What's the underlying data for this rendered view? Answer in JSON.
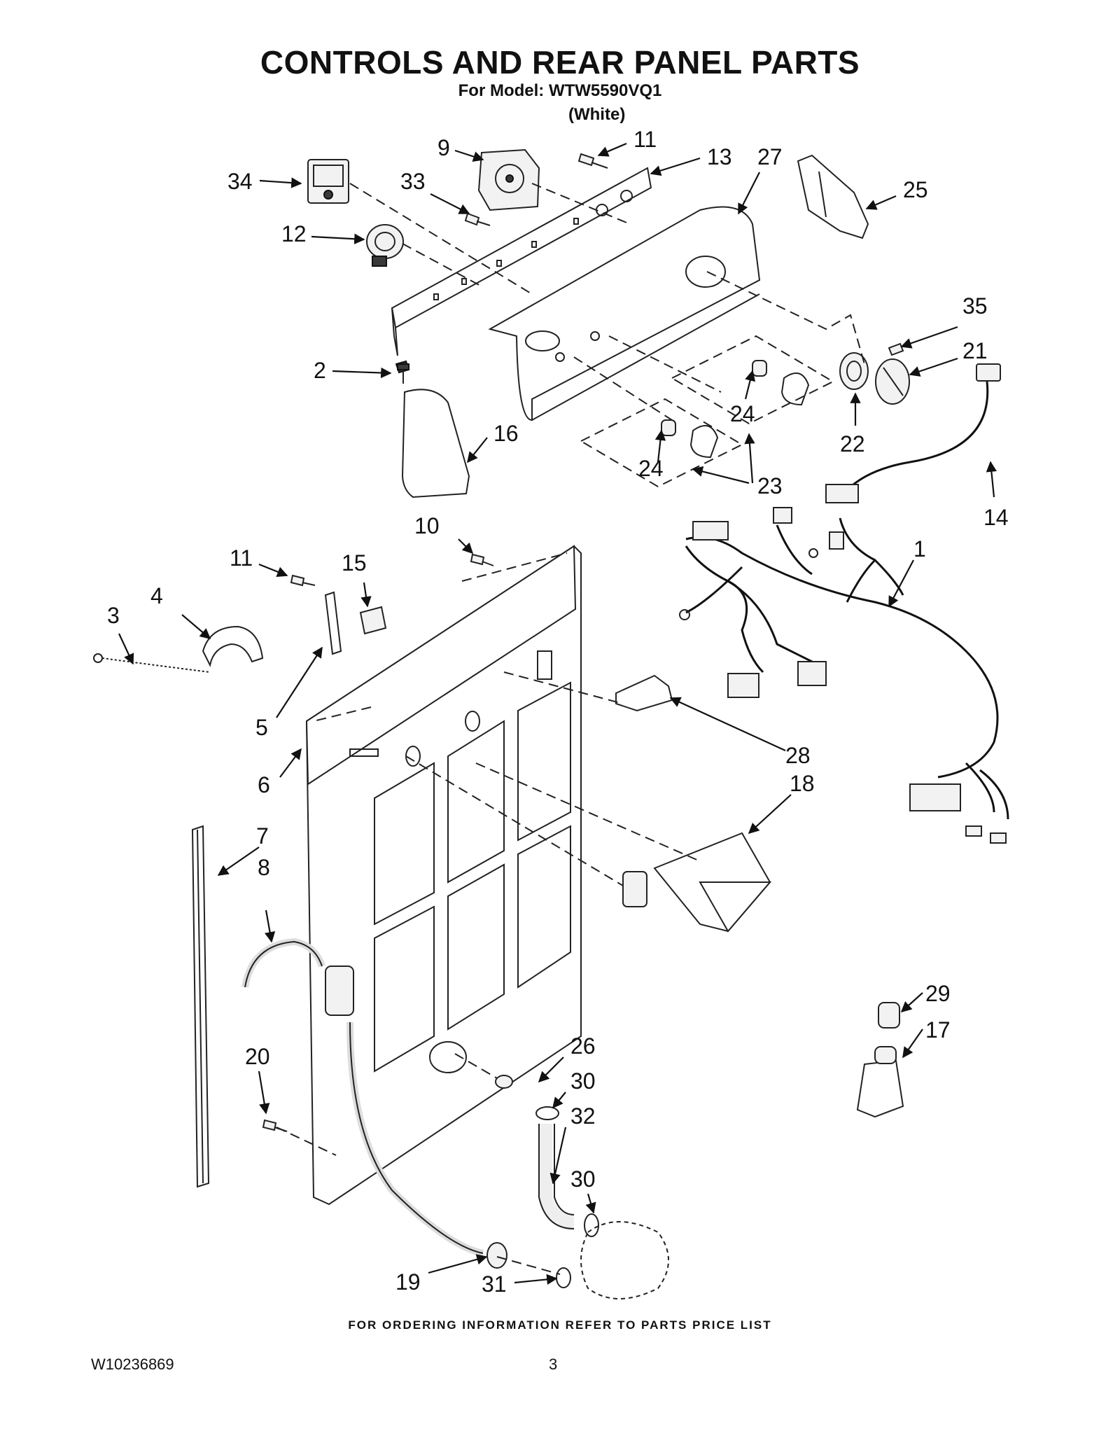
{
  "header": {
    "title": "CONTROLS AND REAR PANEL PARTS",
    "model_line": "For Model: WTW5590VQ1",
    "color_line": "(White)"
  },
  "footer": {
    "ordering_note": "FOR ORDERING INFORMATION REFER TO PARTS PRICE LIST",
    "document_number": "W10236869",
    "page_number": "3"
  },
  "callouts": {
    "c1": "1",
    "c2": "2",
    "c3": "3",
    "c4": "4",
    "c5": "5",
    "c6": "6",
    "c7": "7",
    "c8": "8",
    "c9": "9",
    "c10": "10",
    "c11a": "11",
    "c11b": "11",
    "c12": "12",
    "c13": "13",
    "c14": "14",
    "c15": "15",
    "c16": "16",
    "c17": "17",
    "c18": "18",
    "c19": "19",
    "c20": "20",
    "c21": "21",
    "c22": "22",
    "c23": "23",
    "c24a": "24",
    "c24b": "24",
    "c25": "25",
    "c26": "26",
    "c27": "27",
    "c28": "28",
    "c29": "29",
    "c30a": "30",
    "c30b": "30",
    "c31": "31",
    "c32": "32",
    "c33": "33",
    "c34": "34",
    "c35": "35"
  },
  "icons": {
    "arrowhead": "arrowhead-icon"
  }
}
